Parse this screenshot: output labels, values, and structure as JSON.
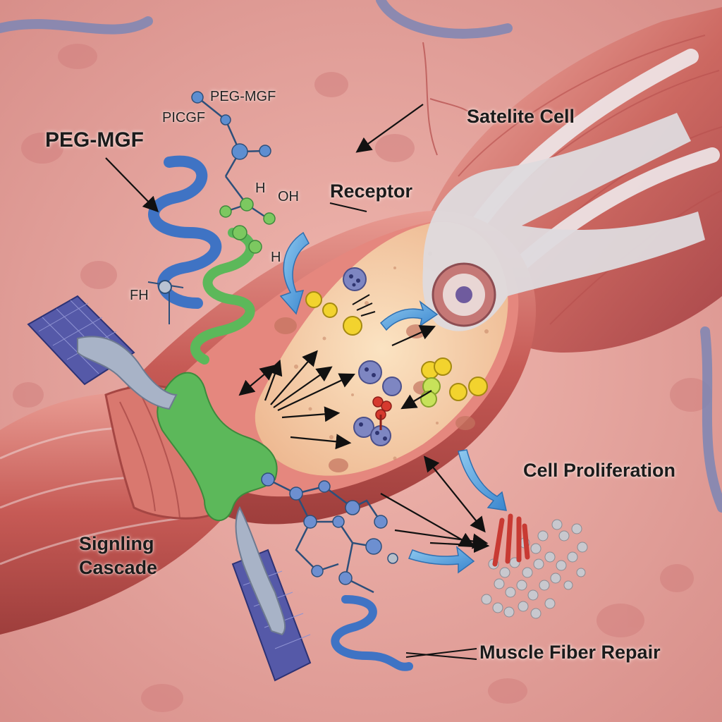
{
  "labels": {
    "peg_mgf_main": "PEG-MGF",
    "peg_mgf_small": "PEG-MGF",
    "picgf": "PICGF",
    "h_top": "H",
    "oh": "OH",
    "h_mid": "H",
    "fh": "FH",
    "receptor": "Receptor",
    "satellite_cell": "Satelite Cell",
    "cell_proliferation": "Cell Proliferation",
    "signaling_line1": "Signling",
    "signaling_line2": "Cascade",
    "muscle_fiber_repair": "Muscle Fiber Repair"
  },
  "colors": {
    "background_tissue": "#e9a9a3",
    "muscle_fiber": "#c9615a",
    "fiber_interior": "#f4cfa8",
    "helix_blue": "#3f73c4",
    "helix_green": "#5cb85a",
    "satellite_cell": "#d9d6d8",
    "arrow_blue": "#5aa7df"
  }
}
